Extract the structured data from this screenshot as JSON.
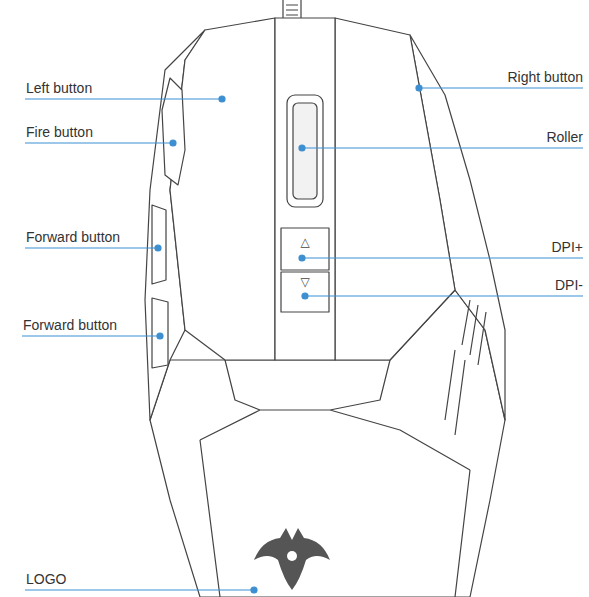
{
  "diagram": {
    "labels": [
      "Left button",
      "Fire button",
      "Forward button",
      "Forward button",
      "LOGO",
      "Right button",
      "Roller",
      "DPI+",
      "DPI-",
      "△",
      "▽"
    ]
  }
}
